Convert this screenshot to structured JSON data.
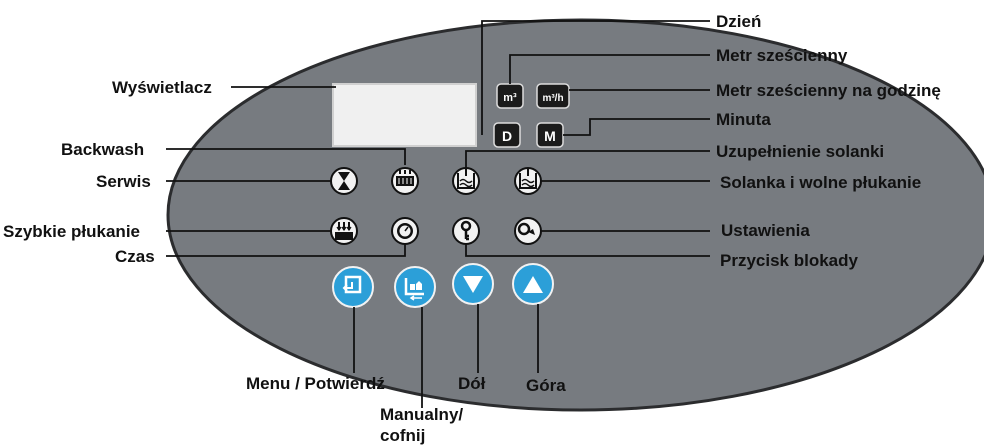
{
  "units": {
    "m3": "m³",
    "m3h": "m³/h",
    "day": "D",
    "minute": "M"
  },
  "labels": {
    "display": "Wyświetlacz",
    "backwash": "Backwash",
    "service": "Serwis",
    "fast_rinse": "Szybkie płukanie",
    "time": "Czas",
    "menu_confirm": "Menu / Potwierdź",
    "manual_back_line1": "Manualny/",
    "manual_back_line2": "cofnij",
    "down": "Dół",
    "up": "Góra",
    "day": "Dzień",
    "cubic_meter": "Metr sześcienny",
    "cubic_meter_per_hour": "Metr sześcienny na godzinę",
    "minute": "Minuta",
    "brine_refill": "Uzupełnienie solanki",
    "brine_slow_rinse": "Solanka i wolne płukanie",
    "settings": "Ustawienia",
    "lock_button": "Przycisk blokady"
  },
  "colors": {
    "panel": "#777b80",
    "panel_edge": "#2b2c2e",
    "screen": "#f0f0f0",
    "button_blue": "#2c9fd8",
    "unit_key": "#1b1b1b",
    "icon_fill": "#111111",
    "leader": "#111111"
  },
  "icons": {
    "service": "hourglass-icon",
    "backwash": "backwash-icon",
    "brine_refill": "brine-refill-icon",
    "brine_slow_rinse": "brine-slow-rinse-icon",
    "fast_rinse": "fast-rinse-icon",
    "time": "clock-dial-icon",
    "lock": "key-lock-icon",
    "settings": "settings-icon",
    "menu": "menu-confirm-icon",
    "manual": "manual-back-icon",
    "down": "arrow-down-icon",
    "up": "arrow-up-icon"
  }
}
